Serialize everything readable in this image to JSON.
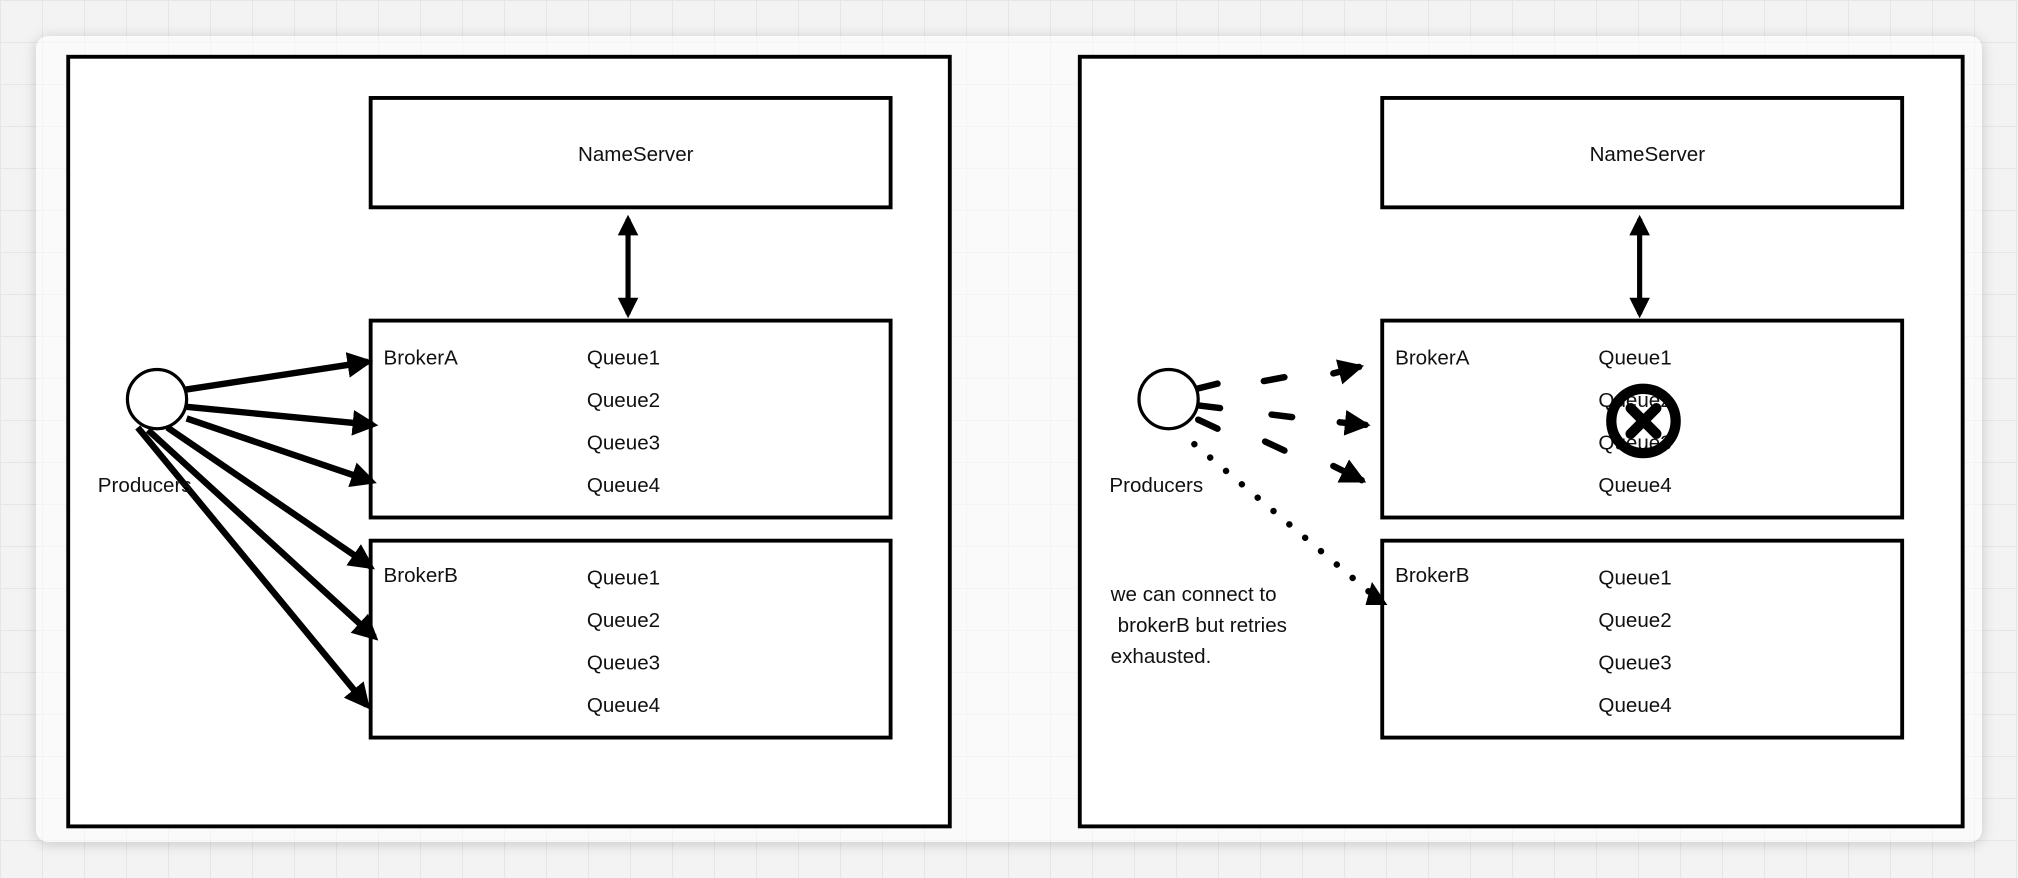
{
  "left_panel": {
    "nameserver": "NameServer",
    "brokerA": {
      "name": "BrokerA",
      "queues": [
        "Queue1",
        "Queue2",
        "Queue3",
        "Queue4"
      ]
    },
    "brokerB": {
      "name": "BrokerB",
      "queues": [
        "Queue1",
        "Queue2",
        "Queue3",
        "Queue4"
      ]
    },
    "producer_label": "Producers"
  },
  "right_panel": {
    "nameserver": "NameServer",
    "brokerA": {
      "name": "BrokerA",
      "queues": [
        "Queue1",
        "Queue2",
        "Queue3",
        "Queue4"
      ],
      "failed_icon": "x-circle-icon"
    },
    "brokerB": {
      "name": "BrokerB",
      "queues": [
        "Queue1",
        "Queue2",
        "Queue3",
        "Queue4"
      ]
    },
    "producer_label": "Producers",
    "note": [
      "we can connect to",
      " brokerB but retries",
      "exhausted."
    ]
  },
  "colors": {
    "stroke": "#000000",
    "background": "#f3f3f3"
  }
}
